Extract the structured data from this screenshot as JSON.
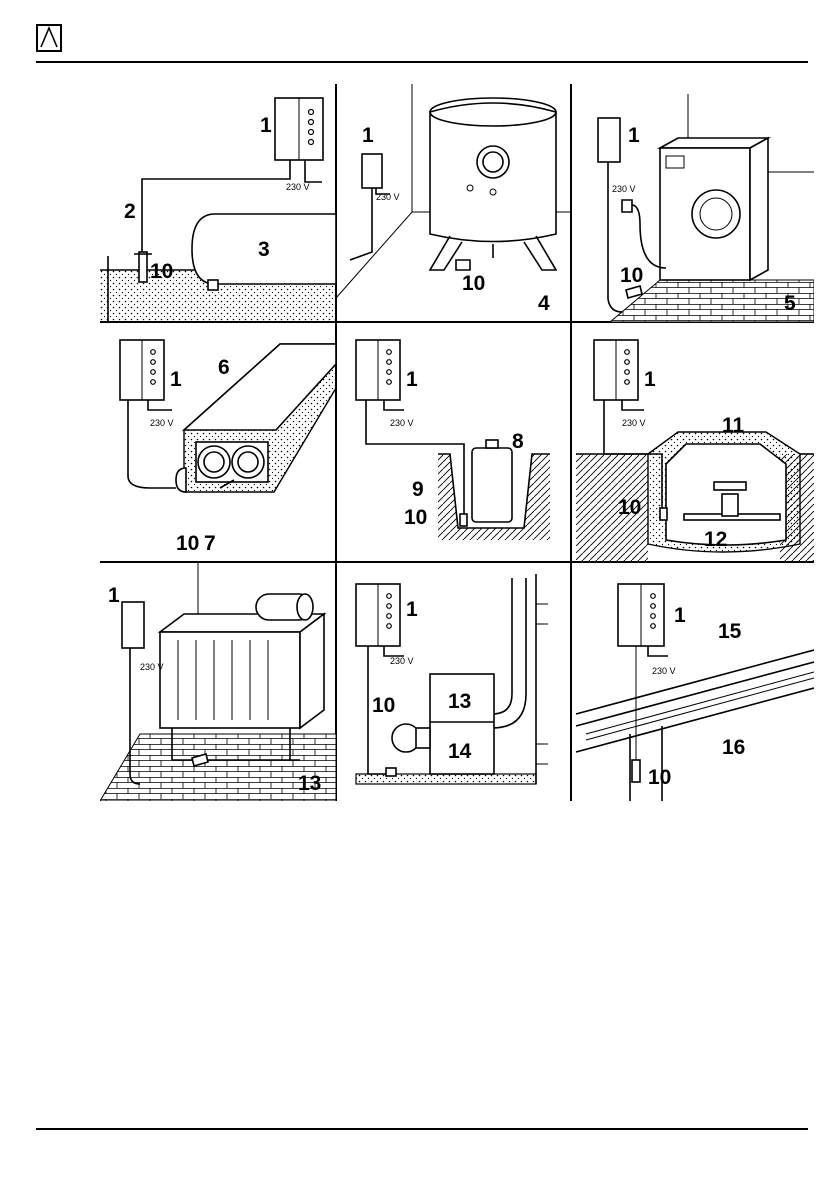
{
  "header": {
    "logo": "triangle-in-square-logo"
  },
  "panels": [
    {
      "id": "a",
      "labels": [
        "1",
        "2",
        "3",
        "10"
      ],
      "voltage": "230 V"
    },
    {
      "id": "b",
      "labels": [
        "1",
        "10",
        "4"
      ],
      "voltage": "230 V"
    },
    {
      "id": "c",
      "labels": [
        "1",
        "10",
        "5"
      ],
      "voltage": "230 V"
    },
    {
      "id": "d",
      "labels": [
        "1",
        "6",
        "10",
        "7"
      ],
      "voltage": "230 V"
    },
    {
      "id": "e",
      "labels": [
        "1",
        "8",
        "9",
        "10"
      ],
      "voltage": "230 V"
    },
    {
      "id": "f",
      "labels": [
        "1",
        "11",
        "10",
        "12"
      ],
      "voltage": "230 V"
    },
    {
      "id": "g",
      "labels": [
        "1",
        "13"
      ],
      "voltage": "230 V"
    },
    {
      "id": "h",
      "labels": [
        "1",
        "10",
        "13",
        "14"
      ],
      "voltage": "230 V"
    },
    {
      "id": "i",
      "labels": [
        "1",
        "15",
        "16",
        "10"
      ],
      "voltage": "230 V"
    }
  ]
}
